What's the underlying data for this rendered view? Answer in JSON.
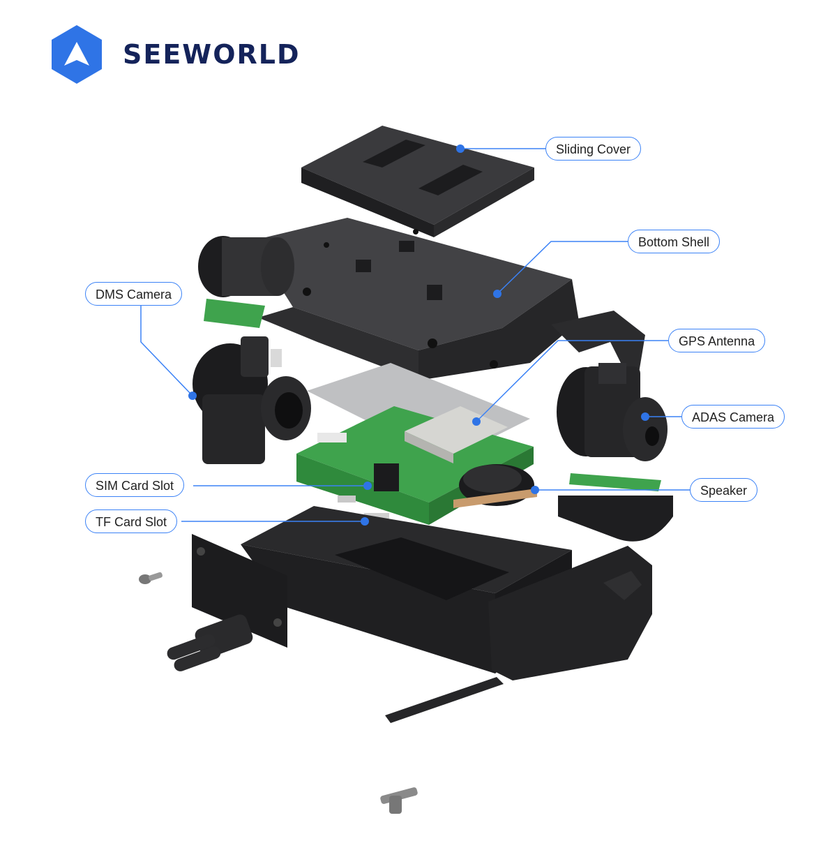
{
  "brand": {
    "name": "SEEWORLD",
    "logo_color": "#2f74e6",
    "text_color": "#14235a"
  },
  "colors": {
    "accent": "#3b82f6",
    "plastic": "#2b2b2d",
    "pcb": "#3fa34d"
  },
  "callouts": {
    "sliding_cover": "Sliding Cover",
    "bottom_shell": "Bottom Shell",
    "dms_camera": "DMS Camera",
    "gps_antenna": "GPS Antenna",
    "adas_camera": "ADAS Camera",
    "sim_card_slot": "SIM Card Slot",
    "speaker": "Speaker",
    "tf_card_slot": "TF Card Slot"
  }
}
